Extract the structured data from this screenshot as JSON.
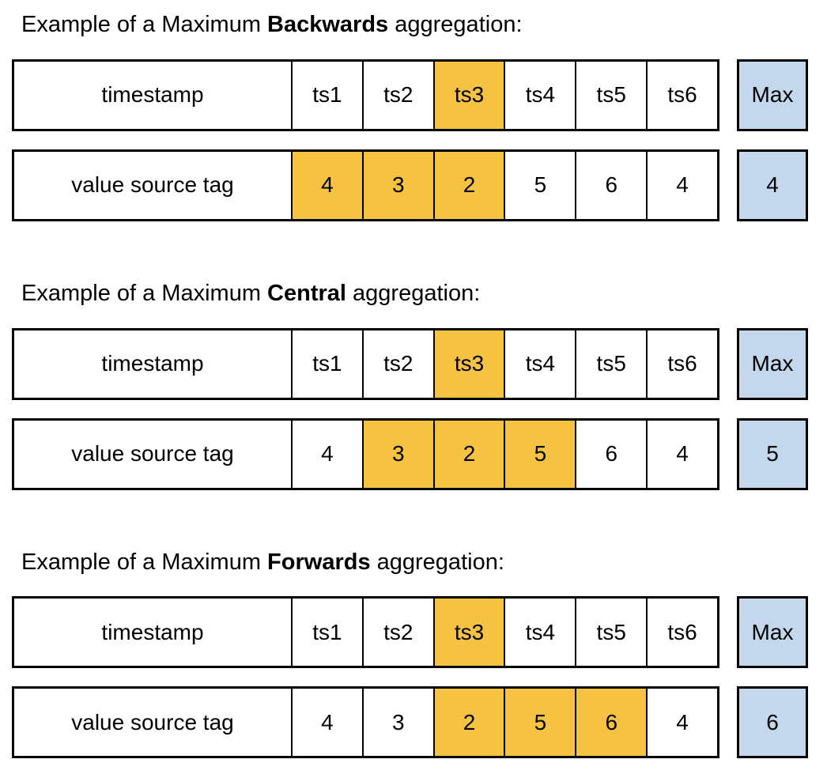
{
  "colors": {
    "highlight": "#F5C242",
    "max_bg": "#C3D7ED",
    "border": "#000000",
    "text": "#000000"
  },
  "sections": [
    {
      "heading": {
        "prefix": "Example of a Maximum ",
        "bold": "Backwards",
        "suffix": " aggregation:"
      },
      "timestamp_row": {
        "label": "timestamp",
        "cells": [
          "ts1",
          "ts2",
          "ts3",
          "ts4",
          "ts5",
          "ts6"
        ],
        "highlighted": [
          2
        ],
        "max_label": "Max"
      },
      "value_row": {
        "label": "value source tag",
        "cells": [
          "4",
          "3",
          "2",
          "5",
          "6",
          "4"
        ],
        "highlighted": [
          0,
          1,
          2
        ],
        "max_value": "4"
      }
    },
    {
      "heading": {
        "prefix": "Example of a Maximum ",
        "bold": "Central",
        "suffix": " aggregation:"
      },
      "timestamp_row": {
        "label": "timestamp",
        "cells": [
          "ts1",
          "ts2",
          "ts3",
          "ts4",
          "ts5",
          "ts6"
        ],
        "highlighted": [
          2
        ],
        "max_label": "Max"
      },
      "value_row": {
        "label": "value source tag",
        "cells": [
          "4",
          "3",
          "2",
          "5",
          "6",
          "4"
        ],
        "highlighted": [
          1,
          2,
          3
        ],
        "max_value": "5"
      }
    },
    {
      "heading": {
        "prefix": "Example of a Maximum ",
        "bold": "Forwards",
        "suffix": " aggregation:"
      },
      "timestamp_row": {
        "label": "timestamp",
        "cells": [
          "ts1",
          "ts2",
          "ts3",
          "ts4",
          "ts5",
          "ts6"
        ],
        "highlighted": [
          2
        ],
        "max_label": "Max"
      },
      "value_row": {
        "label": "value source tag",
        "cells": [
          "4",
          "3",
          "2",
          "5",
          "6",
          "4"
        ],
        "highlighted": [
          2,
          3,
          4
        ],
        "max_value": "6"
      }
    }
  ]
}
